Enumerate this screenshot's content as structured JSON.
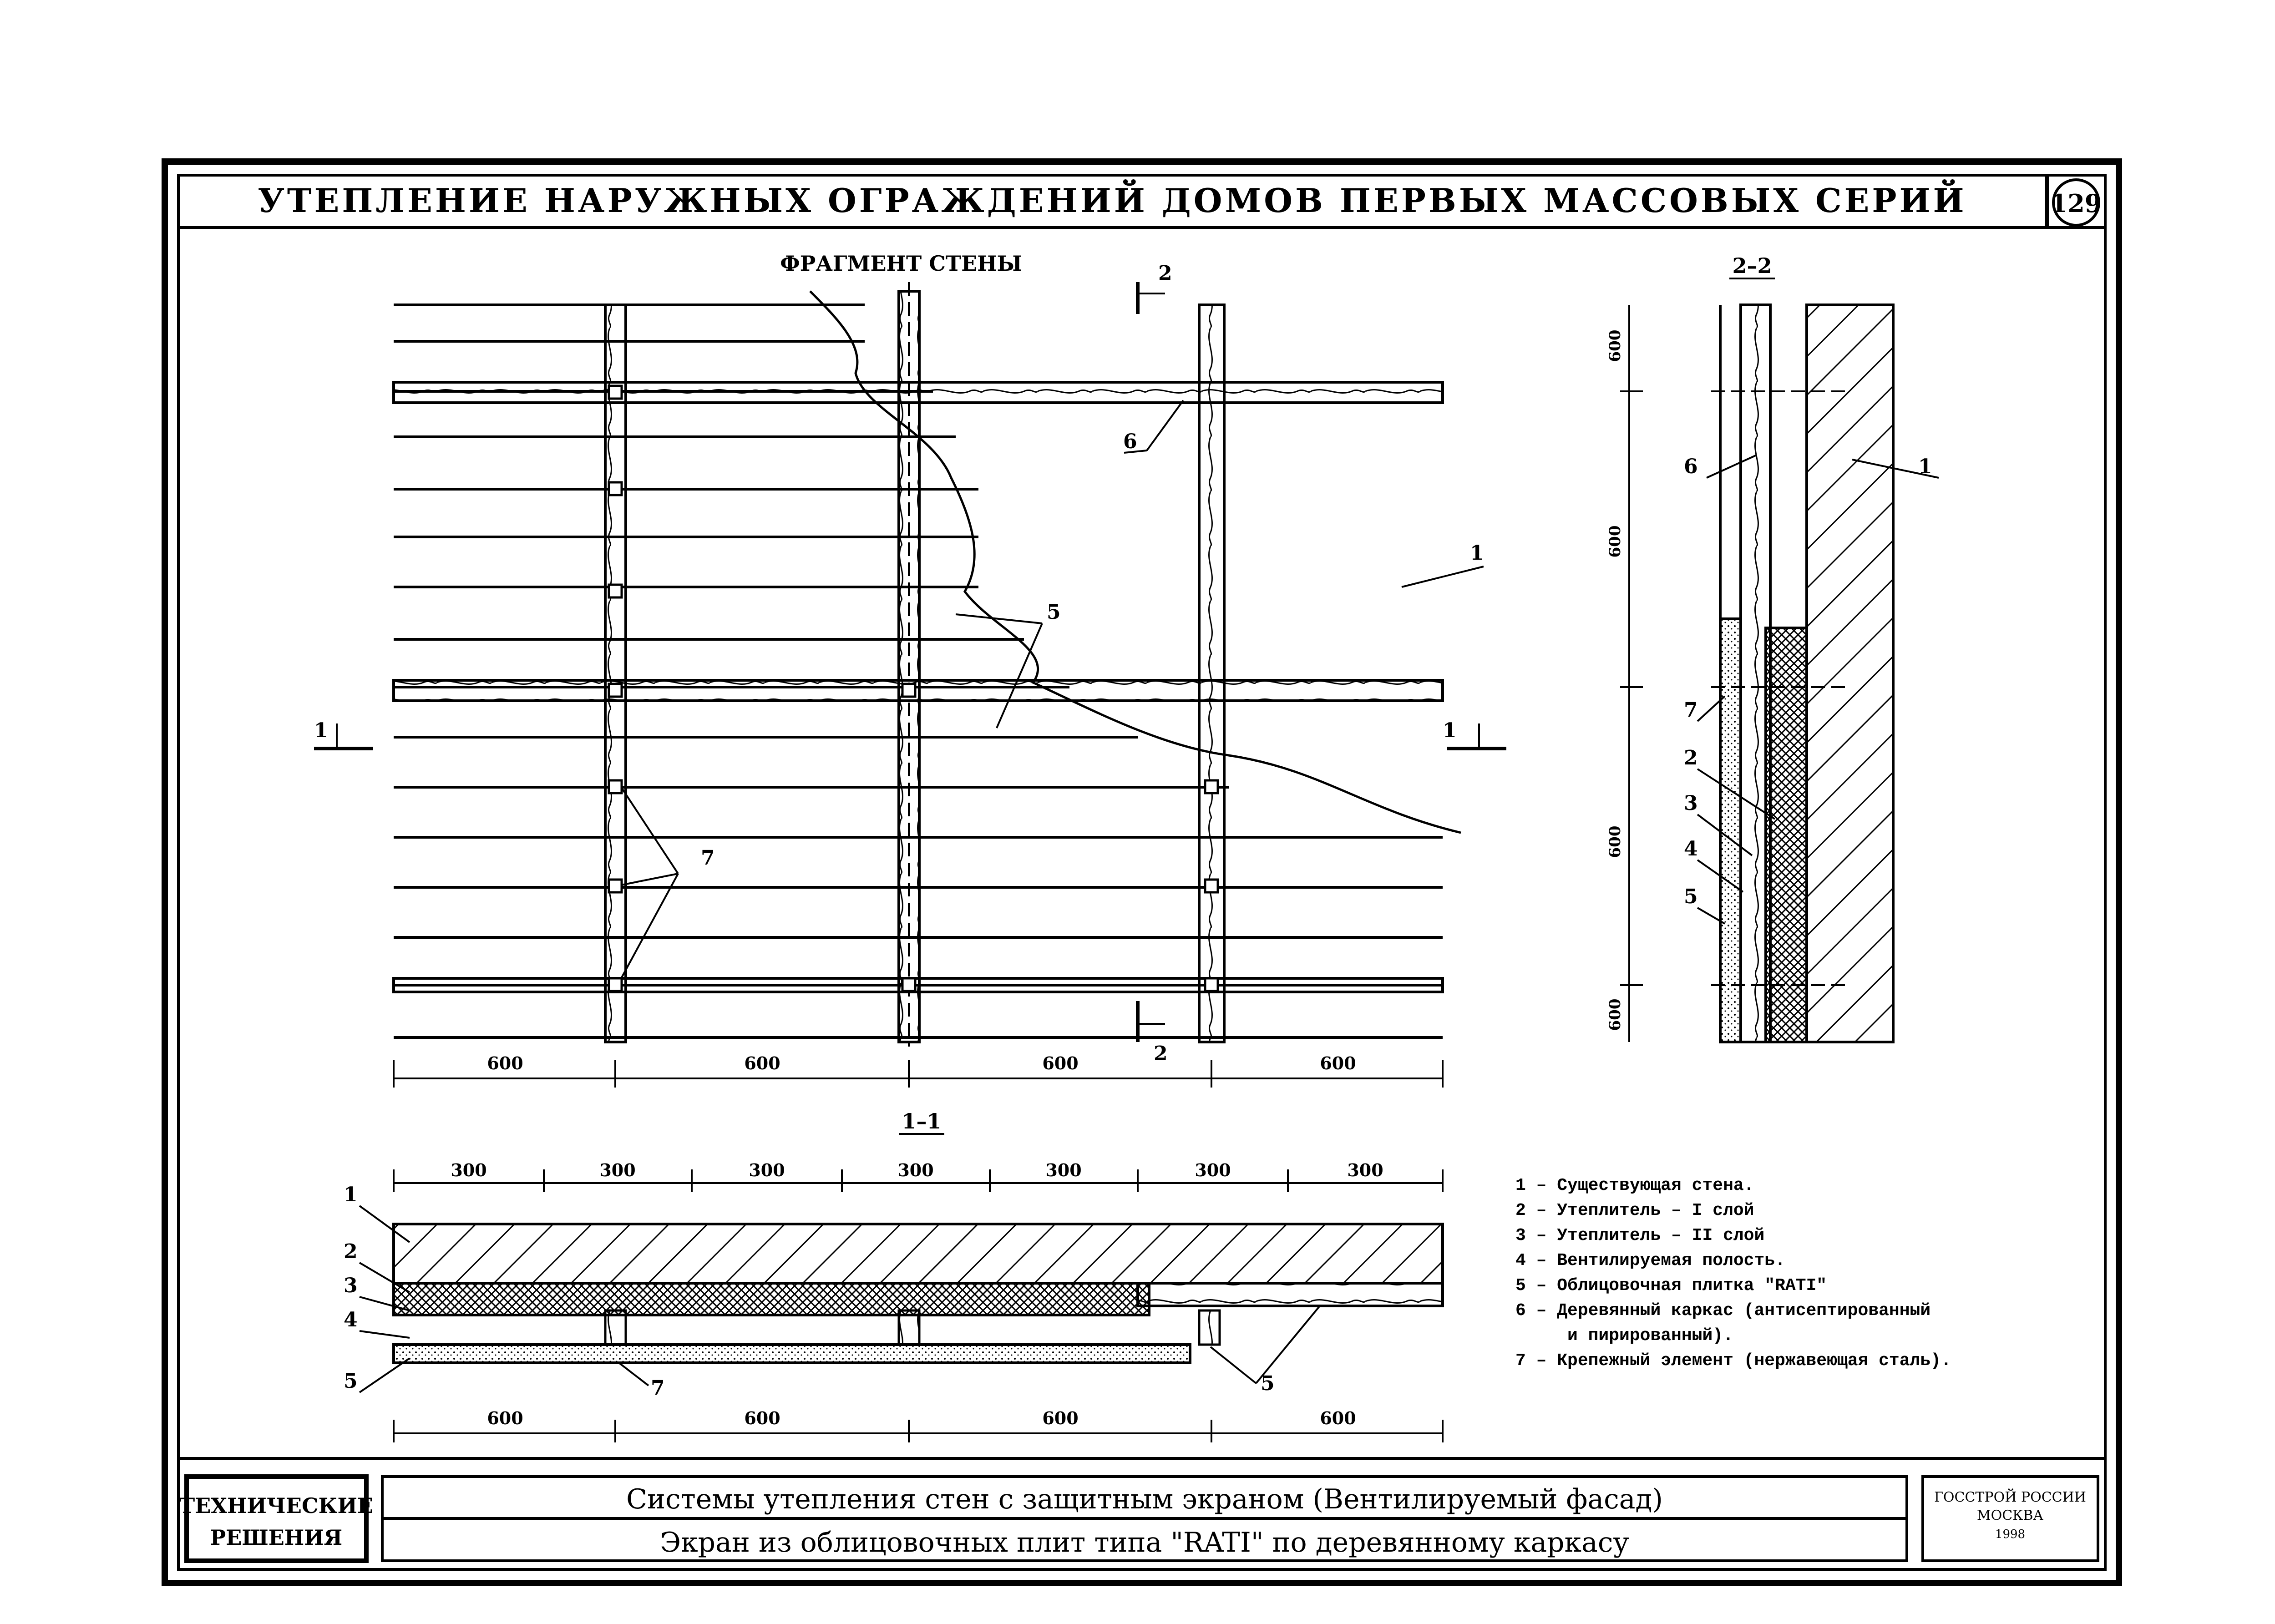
{
  "header": {
    "title": "УТЕПЛЕНИЕ НАРУЖНЫХ ОГРАЖДЕНИЙ ДОМОВ ПЕРВЫХ МАССОВЫХ СЕРИЙ",
    "sheet_number": "129"
  },
  "fragment": {
    "title": "ФРАГМЕНТ СТЕНЫ",
    "section_mark_2": "2",
    "section_mark_1": "1",
    "dims": [
      "600",
      "600",
      "600",
      "600"
    ],
    "callouts": {
      "c1": "1",
      "c5": "5",
      "c6": "6",
      "c7": "7"
    }
  },
  "section22": {
    "title": "2–2",
    "dims": [
      "600",
      "600",
      "600",
      "600"
    ],
    "callouts": {
      "c1": "1",
      "c2": "2",
      "c3": "3",
      "c4": "4",
      "c5": "5",
      "c6": "6",
      "c7": "7"
    }
  },
  "section11": {
    "title": "1–1",
    "top_dims": [
      "300",
      "300",
      "300",
      "300",
      "300",
      "300",
      "300"
    ],
    "bottom_dims": [
      "600",
      "600",
      "600",
      "600"
    ],
    "callouts": {
      "c1": "1",
      "c2": "2",
      "c3": "3",
      "c4": "4",
      "c5": "5",
      "c5b": "5",
      "c7": "7"
    }
  },
  "legend": [
    "1 – Существующая стена.",
    "2 – Утеплитель – I слой",
    "3 – Утеплитель – II слой",
    "4 – Вентилируемая полость.",
    "5 – Облицовочная плитка \"RATI\"",
    "6 – Деревянный каркас (антисептированный",
    "     и пирированный).",
    "7 – Крепежный элемент (нержавеющая сталь)."
  ],
  "title_block": {
    "left_line1": "ТЕХНИЧЕСКИЕ",
    "left_line2": "РЕШЕНИЯ",
    "main_line1": "Системы утепления стен с защитным экраном (Вентилируемый фасад)",
    "main_line2": "Экран из облицовочных плит типа \"RATI\" по деревянному каркасу",
    "org_line1": "ГОССТРОЙ РОССИИ",
    "org_line2": "МОСКВА",
    "org_line3": "1998"
  }
}
